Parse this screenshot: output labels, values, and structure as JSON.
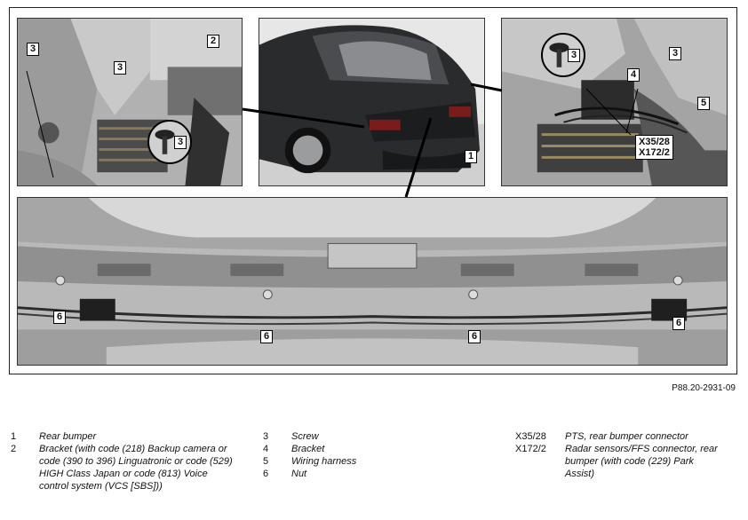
{
  "figure": {
    "reference_code": "P88.20-2931-09",
    "callouts": {
      "n1": "1",
      "n2": "2",
      "n3": "3",
      "n4": "4",
      "n5": "5",
      "n6": "6",
      "x35": "X35/28",
      "x172": "X172/2"
    }
  },
  "legend": [
    {
      "num": "1",
      "text": "Rear bumper"
    },
    {
      "num": "2",
      "text": "Bracket (with code (218) Backup camera or code (390 to 396) Linguatronic or code (529) HIGH Class Japan or code (813) Voice control system (VCS [SBS]))"
    },
    {
      "num": "3",
      "text": "Screw"
    },
    {
      "num": "4",
      "text": "Bracket"
    },
    {
      "num": "5",
      "text": "Wiring harness"
    },
    {
      "num": "6",
      "text": "Nut"
    },
    {
      "num": "X35/28",
      "text": "PTS, rear bumper connector"
    },
    {
      "num": "X172/2",
      "text": "Radar sensors/FFS connector, rear bumper (with code (229) Park Assist)"
    }
  ],
  "colors": {
    "photo_light": "#c9cac9",
    "photo_mid": "#8d8e8d",
    "photo_dark": "#3a3b3a",
    "car_body": "#2a2b2c",
    "line": "#000000"
  }
}
